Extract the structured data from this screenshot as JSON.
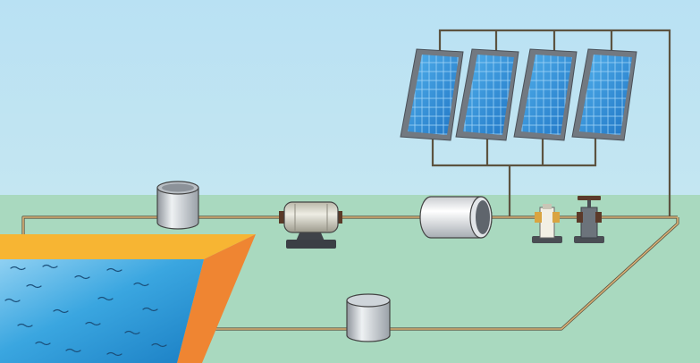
{
  "scene": {
    "colors": {
      "sky": "#bde3f2",
      "ground": "#a9d9bf",
      "pipe": "#b98f52",
      "wire": "#5c5340",
      "panel_frame": "#747a83",
      "panel_cell": "#2f8fdc",
      "pool_deck": "#f7b533",
      "pool_wall": "#ef8532",
      "water": "#2b9ad9",
      "tank": "#d9dee4",
      "pump": "#cfcdbf"
    },
    "components": [
      {
        "name": "solar-panel",
        "count": 4,
        "icon": "solar-panel-icon"
      },
      {
        "name": "filter-tank",
        "icon": "cylinder-tank-icon"
      },
      {
        "name": "pump-motor",
        "icon": "motor-icon"
      },
      {
        "name": "storage-tank",
        "icon": "horizontal-tank-icon"
      },
      {
        "name": "control-valve",
        "icon": "valve-icon"
      },
      {
        "name": "check-valve",
        "icon": "valve-icon"
      },
      {
        "name": "return-tank",
        "icon": "cylinder-tank-icon"
      },
      {
        "name": "swimming-pool",
        "icon": "pool-icon"
      }
    ]
  }
}
